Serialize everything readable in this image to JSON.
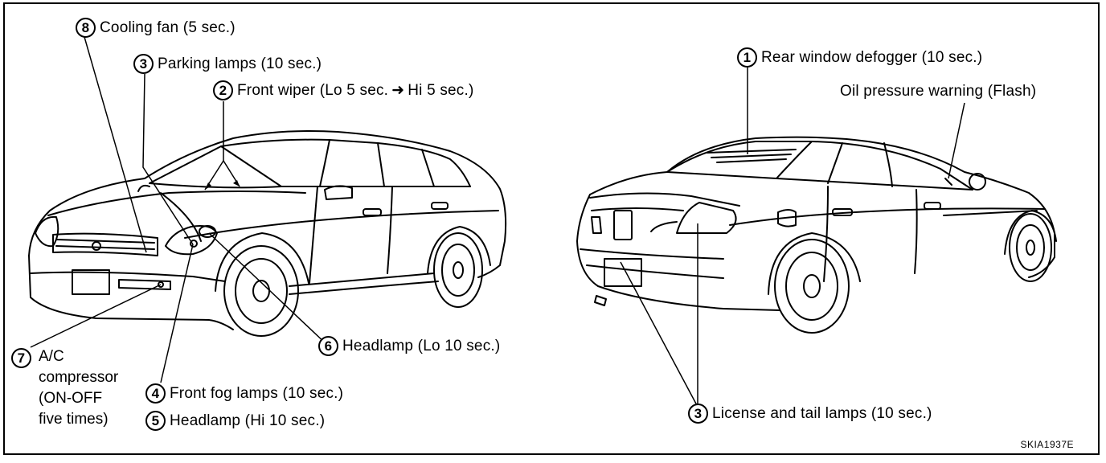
{
  "callouts": {
    "cooling_fan": {
      "num": "8",
      "text": "Cooling fan (5 sec.)"
    },
    "parking_lamps": {
      "num": "3",
      "text": "Parking lamps (10 sec.)"
    },
    "front_wiper": {
      "num": "2",
      "text_a": "Front wiper (Lo 5 sec.",
      "arrow": "➜",
      "text_b": "Hi 5 sec.)"
    },
    "rear_defogger": {
      "num": "1",
      "text": "Rear window defogger (10 sec.)"
    },
    "oil_pressure": {
      "text": "Oil pressure warning (Flash)"
    },
    "headlamp_lo": {
      "num": "6",
      "text": "Headlamp (Lo 10 sec.)"
    },
    "ac_compressor": {
      "num": "7",
      "line1": "A/C",
      "line2": "compressor",
      "line3": "(ON-OFF",
      "line4": "five times)"
    },
    "front_fog": {
      "num": "4",
      "text": "Front fog lamps (10 sec.)"
    },
    "headlamp_hi": {
      "num": "5",
      "text": "Headlamp (Hi 10 sec.)"
    },
    "license_tail": {
      "num": "3",
      "text": "License and tail lamps (10 sec.)"
    }
  },
  "figure_code": "SKIA1937E"
}
